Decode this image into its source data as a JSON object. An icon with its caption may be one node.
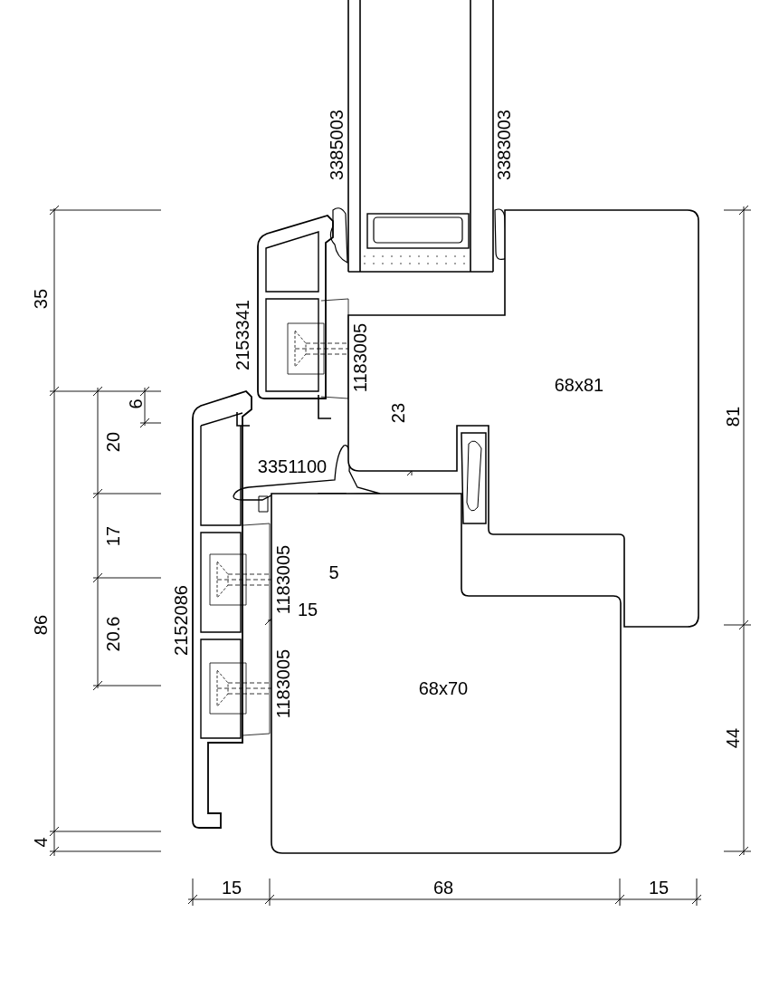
{
  "diagram": {
    "nodes": [
      {
        "text": [
          "68x81"
        ]
      },
      {
        "text": [
          "68x70"
        ]
      }
    ],
    "labels": [
      "3385003",
      "3383003",
      "35",
      "2153341",
      "1183005",
      "6",
      "23",
      "20",
      "81",
      "3351100",
      "17",
      "5",
      "2152086",
      "1183005",
      "86",
      "15",
      "20.6",
      "1183005",
      "44",
      "4",
      "15",
      "68",
      "15"
    ]
  }
}
